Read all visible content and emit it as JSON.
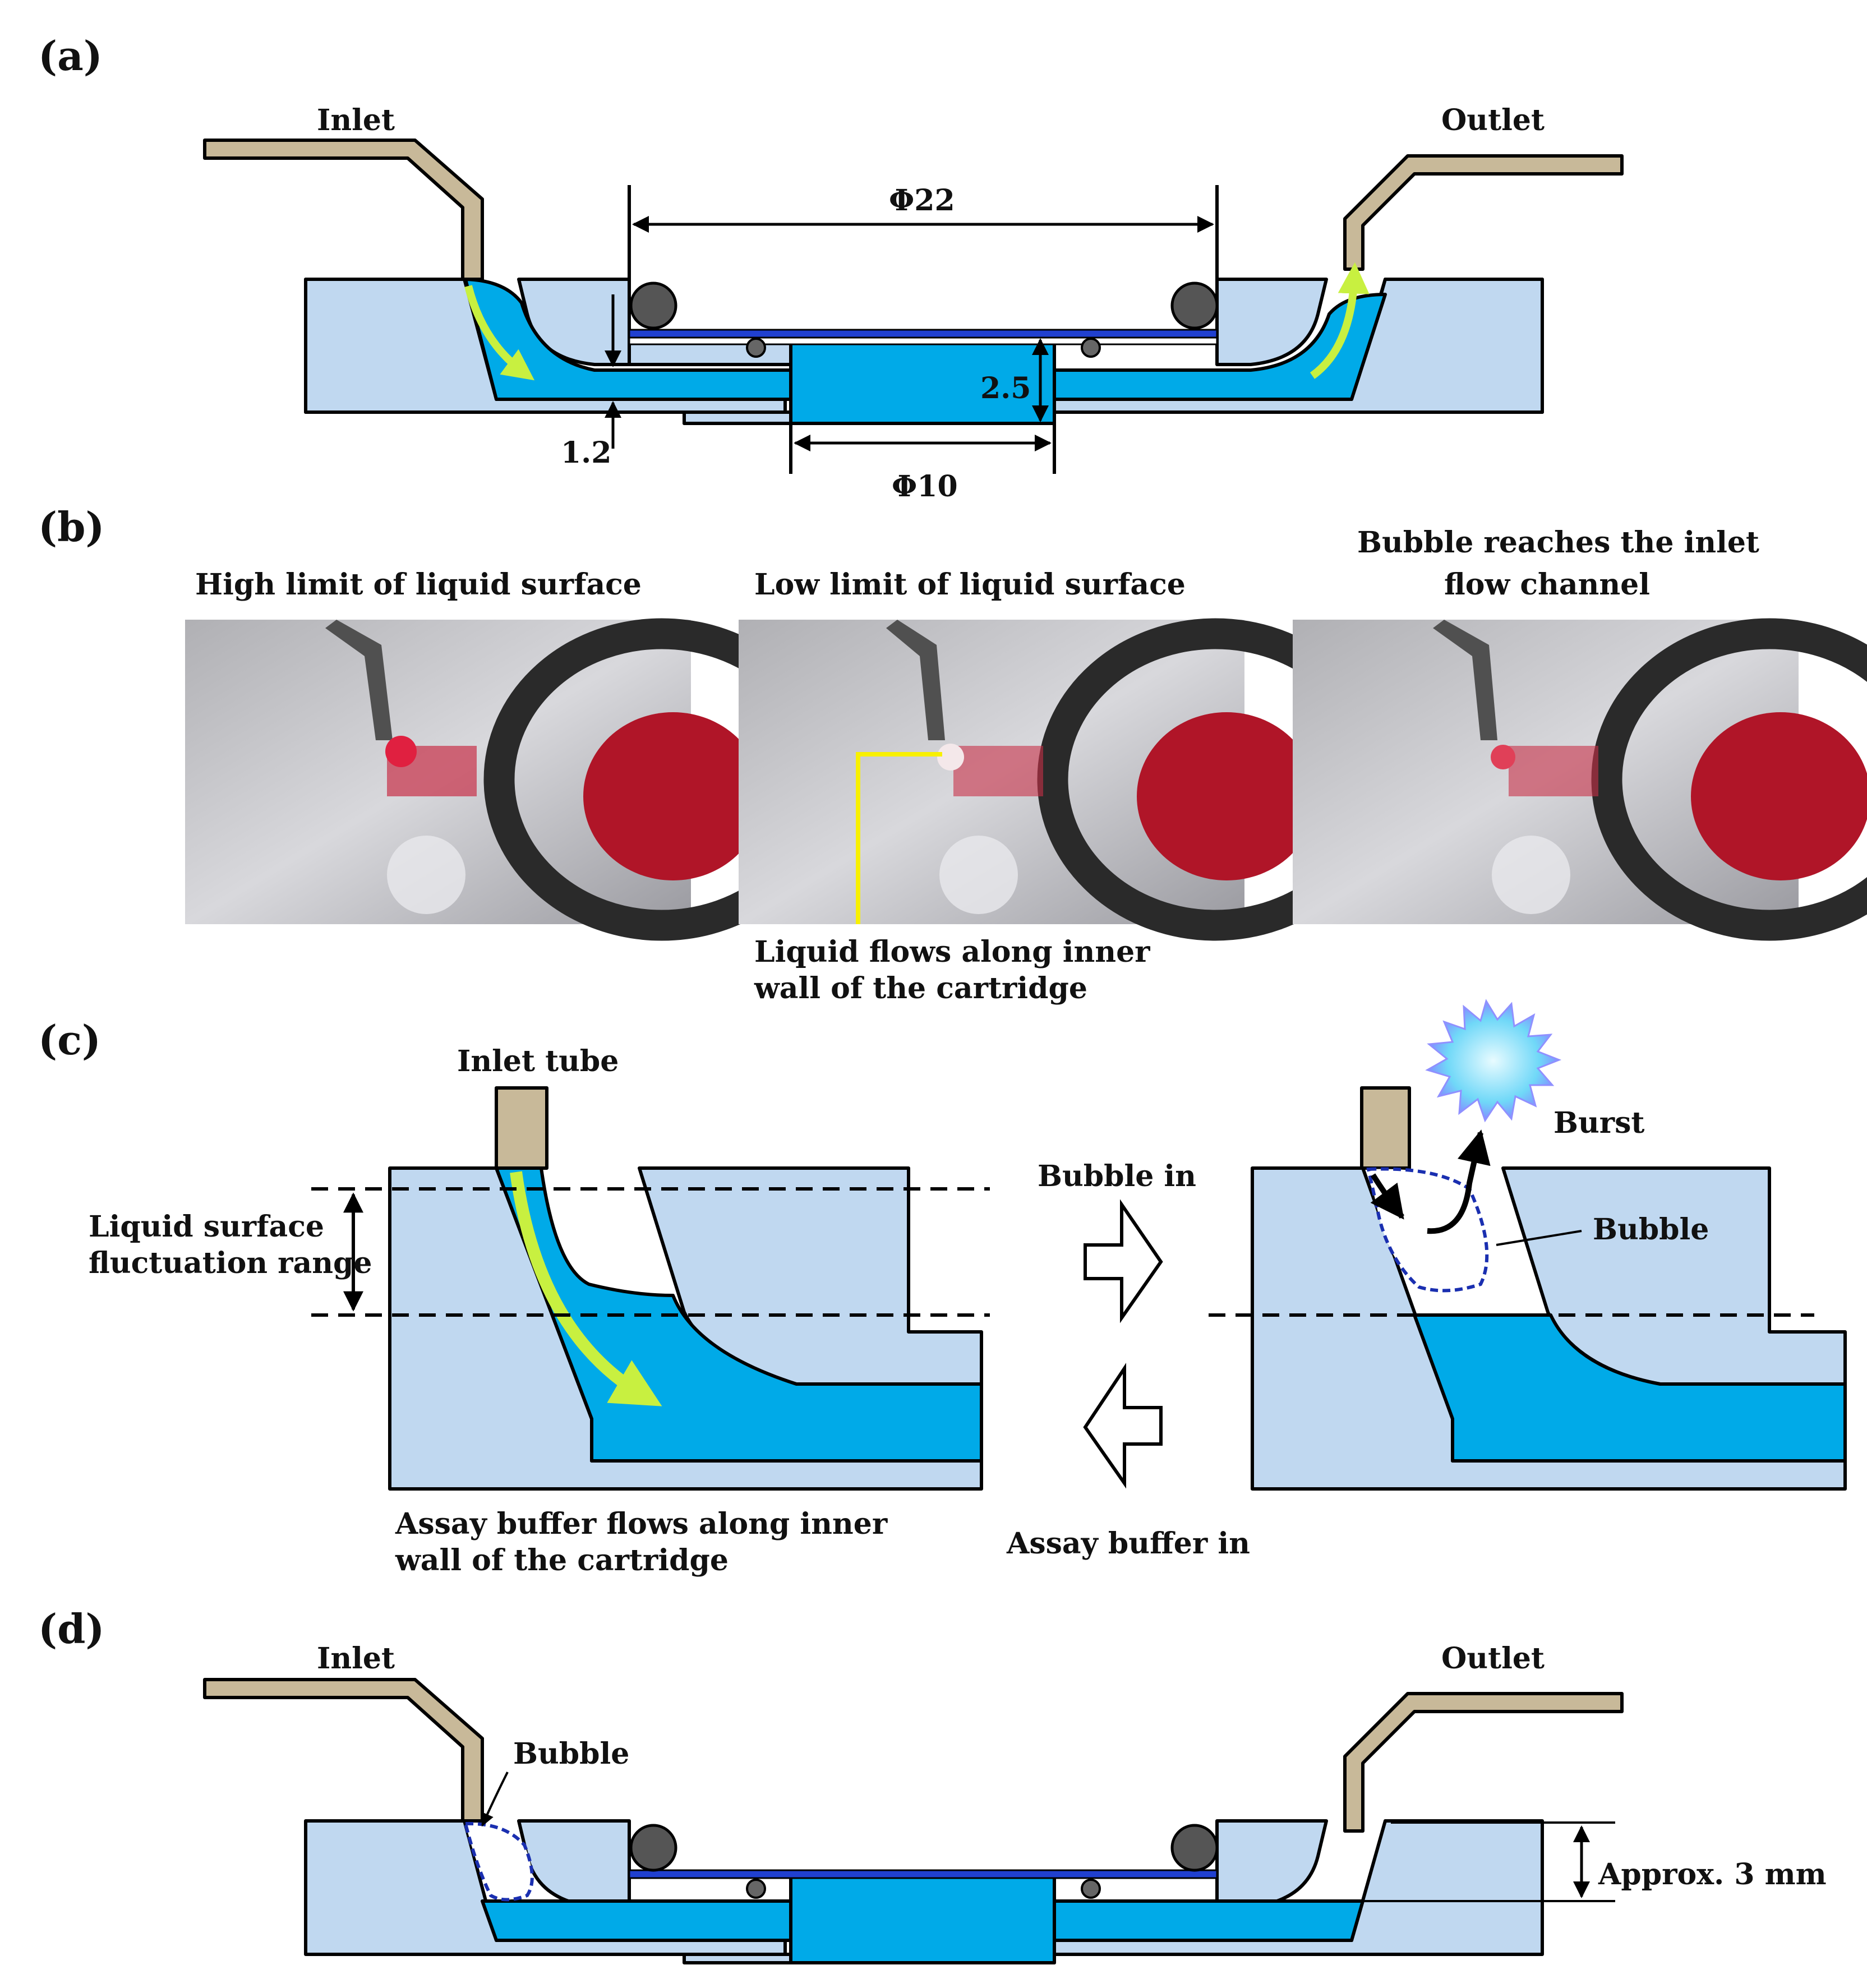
{
  "panels": {
    "a": "(a)",
    "b": "(b)",
    "c": "(c)",
    "d": "(d)"
  },
  "a": {
    "inlet": "Inlet",
    "outlet": "Outlet",
    "phi22": "Φ22",
    "phi10": "Φ10",
    "dim_2_5": "2.5",
    "dim_1_2": "1.2"
  },
  "b": {
    "photo1_title": "High limit of liquid surface",
    "photo2_title": "Low limit of liquid surface",
    "photo3_title_line1": "Bubble reaches the inlet",
    "photo3_title_line2": "flow channel",
    "caption_line1": "Liquid flows along inner",
    "caption_line2": "wall of the cartridge"
  },
  "c": {
    "inlet_tube": "Inlet tube",
    "range_line1": "Liquid surface",
    "range_line2": "fluctuation range",
    "bubble_in": "Bubble in",
    "assay_buffer_in": "Assay buffer in",
    "burst": "Burst",
    "bubble": "Bubble",
    "caption_line1": "Assay buffer flows along inner",
    "caption_line2": "wall of the cartridge"
  },
  "d": {
    "inlet": "Inlet",
    "outlet": "Outlet",
    "bubble": "Bubble",
    "approx": "Approx. 3 mm"
  },
  "colors": {
    "body": "#c0d8f0",
    "liquid": "#00aae8",
    "tube": "#c8b999",
    "arrow": "#c8f040",
    "bubble_outline": "#1a2fb0",
    "photo_red": "#c81030"
  }
}
